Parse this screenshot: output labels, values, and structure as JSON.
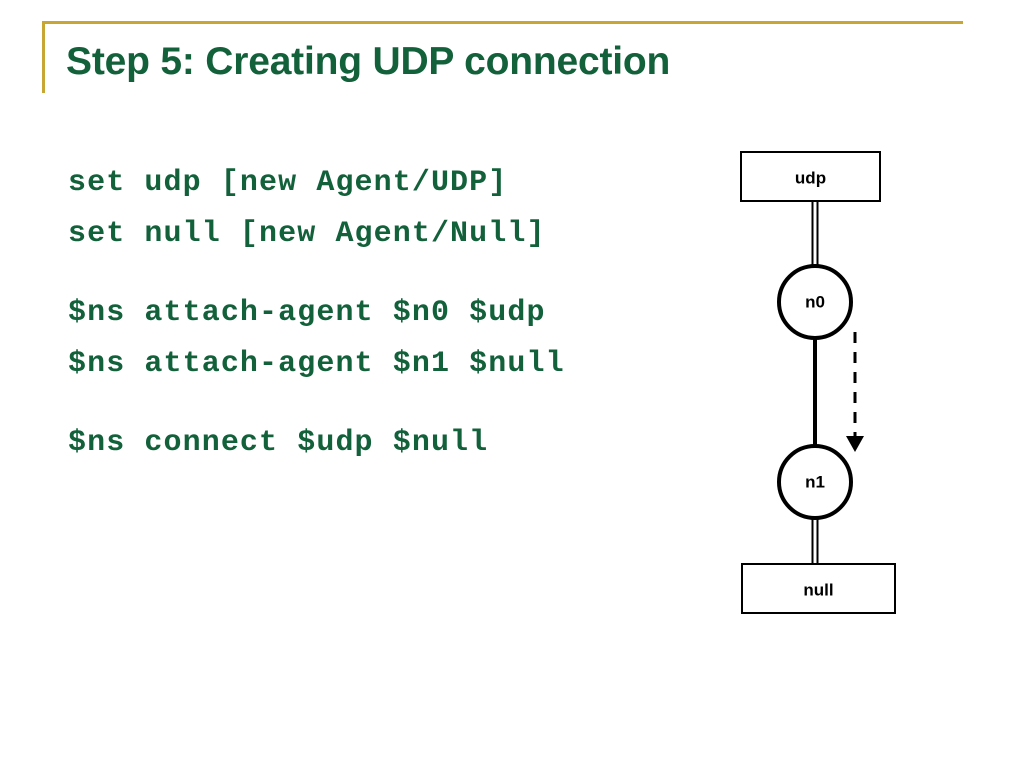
{
  "slide": {
    "title": "Step 5: Creating UDP connection",
    "accent_color": "#c8a633",
    "text_color": "#13613b",
    "background": "#ffffff"
  },
  "code": {
    "lines": [
      "set udp [new Agent/UDP]",
      "set null [new Agent/Null]",
      "",
      "$ns attach-agent $n0 $udp",
      "$ns attach-agent $n1 $null",
      "",
      "$ns connect $udp $null"
    ]
  },
  "diagram": {
    "agent_top_label": "udp",
    "node_top_label": "n0",
    "node_bottom_label": "n1",
    "agent_bottom_label": "null",
    "stroke_color": "#000000"
  }
}
